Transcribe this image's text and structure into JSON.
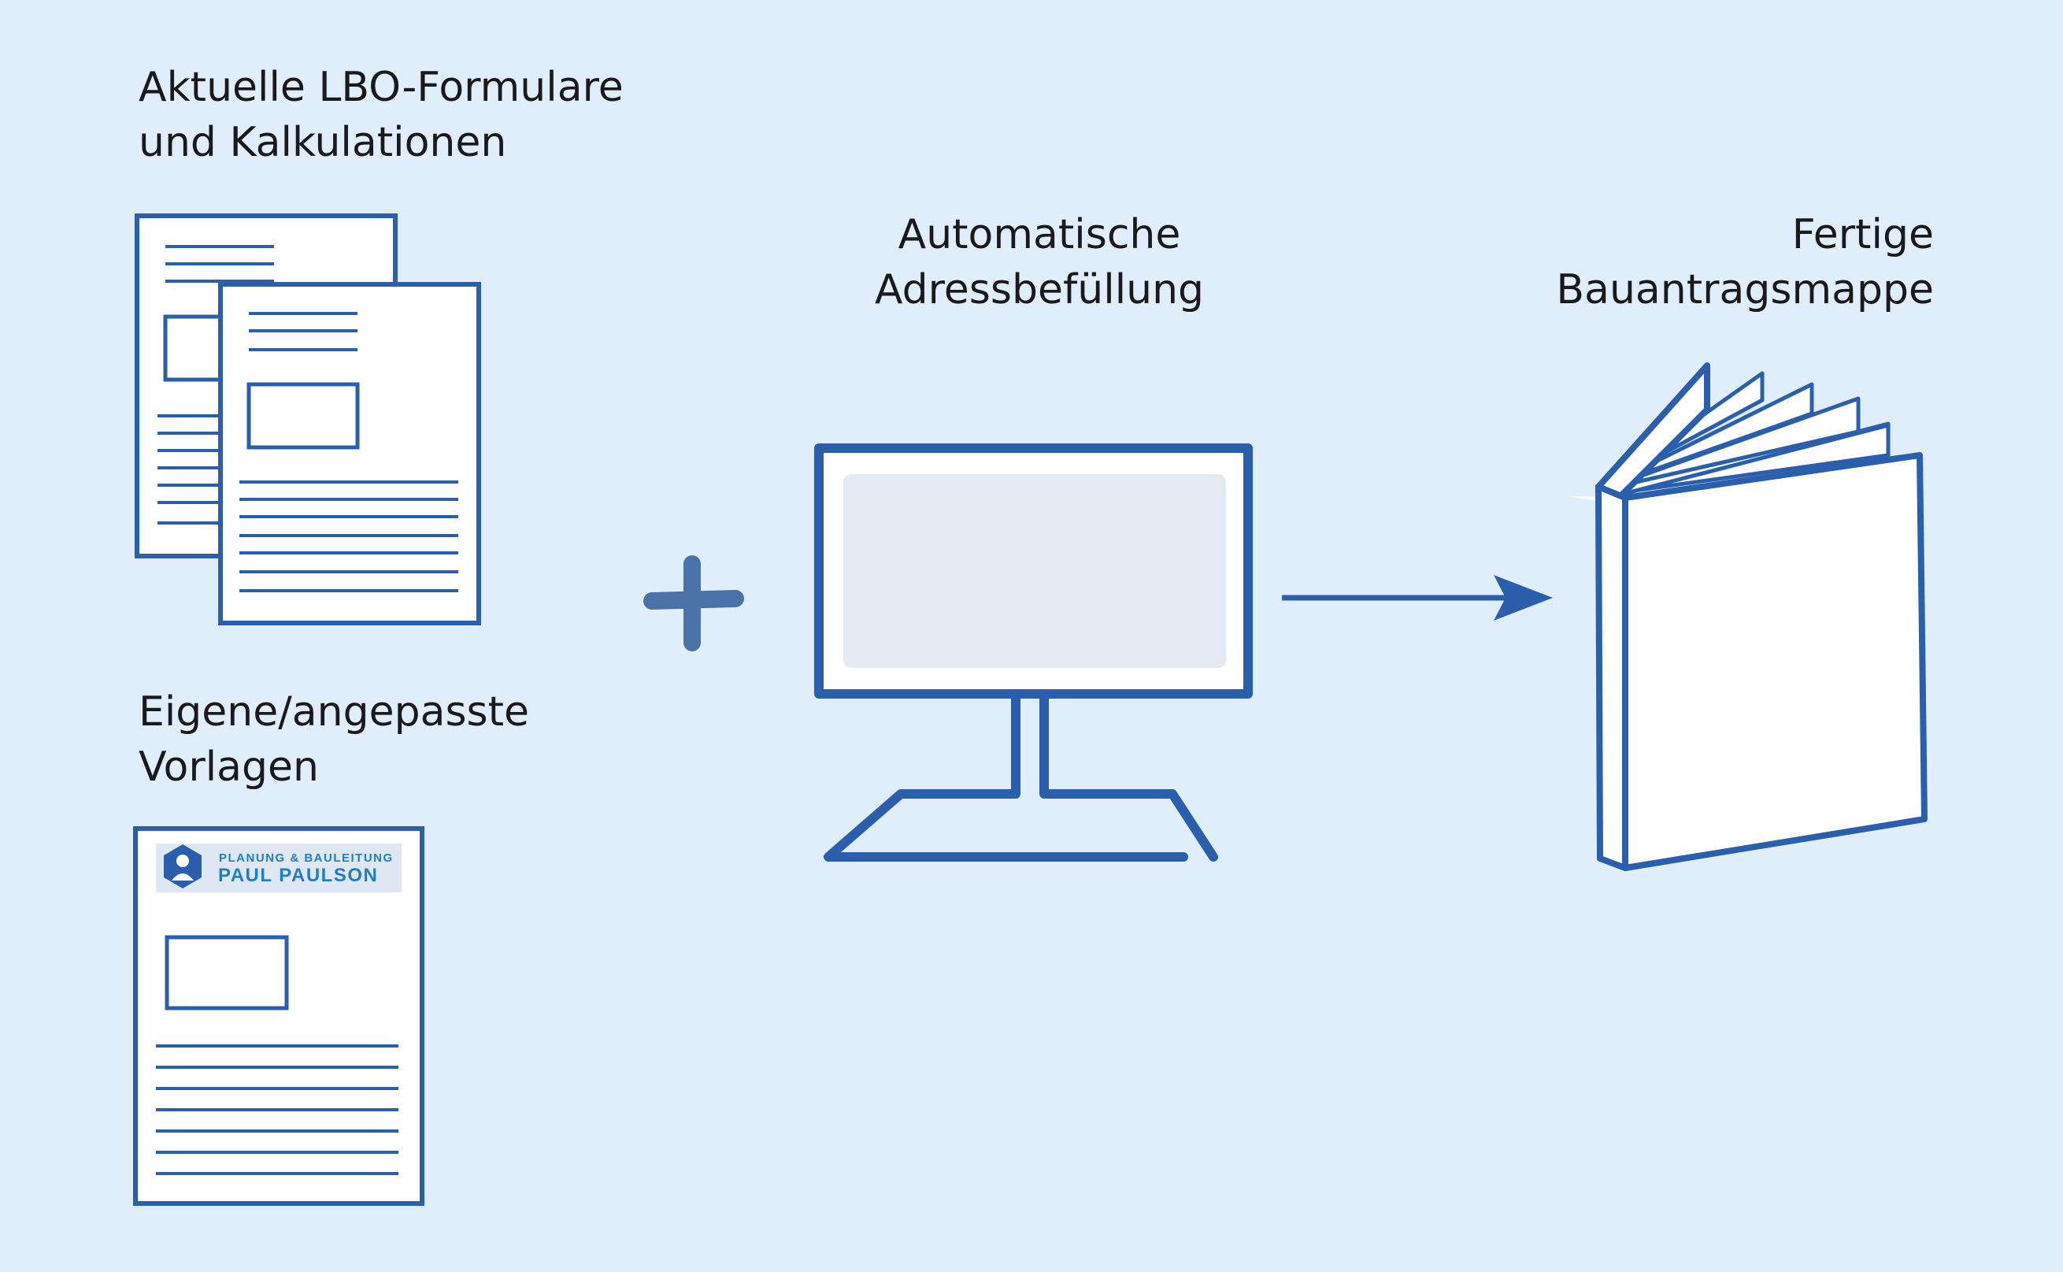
{
  "labels": {
    "lbo": {
      "line1": "Aktuelle LBO-Formulare",
      "line2": "und Kalkulationen"
    },
    "custom": {
      "line1": "Eigene/angepasste",
      "line2": "Vorlagen"
    },
    "auto": {
      "line1": "Automatische",
      "line2": "Adressbefüllung"
    },
    "result": {
      "line1": "Fertige",
      "line2": "Bauantragsmappe"
    }
  },
  "logo": {
    "line1": "PLANUNG & BAULEITUNG",
    "line2": "PAUL PAULSON"
  },
  "icons": [
    "documents-stack-icon",
    "template-document-icon",
    "plus-icon",
    "computer-monitor-icon",
    "arrow-right-icon",
    "book-icon"
  ],
  "colors": {
    "background": "#e0edfa",
    "stroke": "#2b5fad",
    "plus": "#4a72a8",
    "screen": "#e3eaf3",
    "logo_bg": "#dfe8f2",
    "logo_text": "#1f7ec7"
  }
}
